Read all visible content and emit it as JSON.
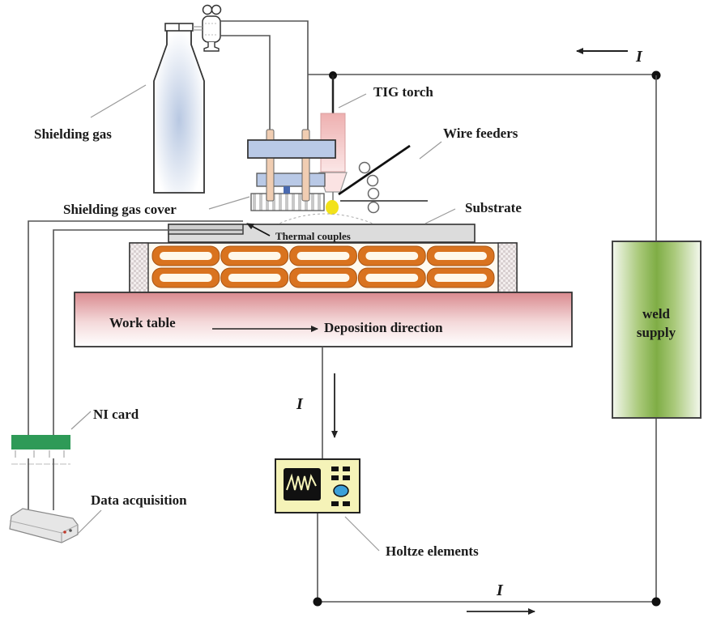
{
  "diagram": {
    "title": "TIG wire-arc additive manufacturing setup",
    "labels": {
      "shielding_gas": "Shielding gas",
      "tig_torch": "TIG torch",
      "wire_feeders": "Wire feeders",
      "shielding_gas_cover": "Shielding gas cover",
      "substrate": "Substrate",
      "thermal_couples": "Thermal couples",
      "work_table": "Work table",
      "deposition_direction": "Deposition direction",
      "weld_supply_line1": "weld",
      "weld_supply_line2": "supply",
      "ni_card": "NI card",
      "data_acquisition": "Data acquisition",
      "holtze_elements": "Holtze elements",
      "current_symbol": "I"
    },
    "current_arrows": [
      {
        "location": "top",
        "direction": "left"
      },
      {
        "location": "middle",
        "direction": "down"
      },
      {
        "location": "bottom",
        "direction": "right"
      }
    ],
    "deposit_layers": 2,
    "beads_per_layer": 5,
    "colors": {
      "bead": "#d9731f",
      "work_table": "#e3a7aa",
      "weld_supply": "#8fb85a",
      "torch": "#f0b8b8",
      "clamp": "#b9c9e6",
      "ni_card": "#2e9a57",
      "arc": "#f2e21a",
      "scope_screen": "#f5f3b8",
      "scope_knob": "#3ba0d8"
    }
  }
}
